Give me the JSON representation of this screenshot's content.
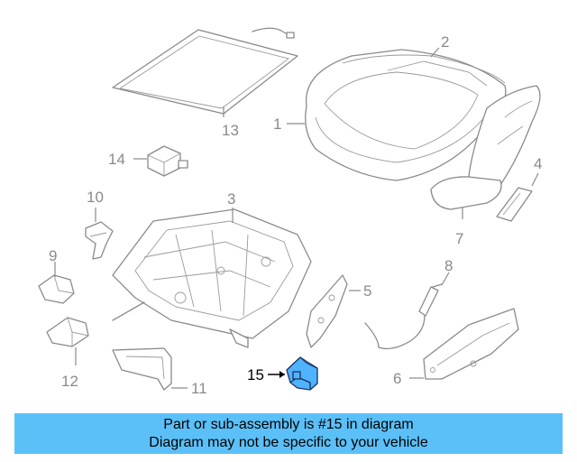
{
  "callouts": {
    "c1": "1",
    "c2": "2",
    "c3": "3",
    "c4": "4",
    "c5": "5",
    "c6": "6",
    "c7": "7",
    "c8": "8",
    "c9": "9",
    "c10": "10",
    "c11": "11",
    "c12": "12",
    "c13": "13",
    "c14": "14",
    "c15": "15"
  },
  "highlight": {
    "part_number": "15",
    "color": "#4fb3ff"
  },
  "banner": {
    "line1": "Part or sub-assembly is #15 in diagram",
    "line2": "Diagram may not be specific to your vehicle",
    "background": "#5bc0f8"
  }
}
